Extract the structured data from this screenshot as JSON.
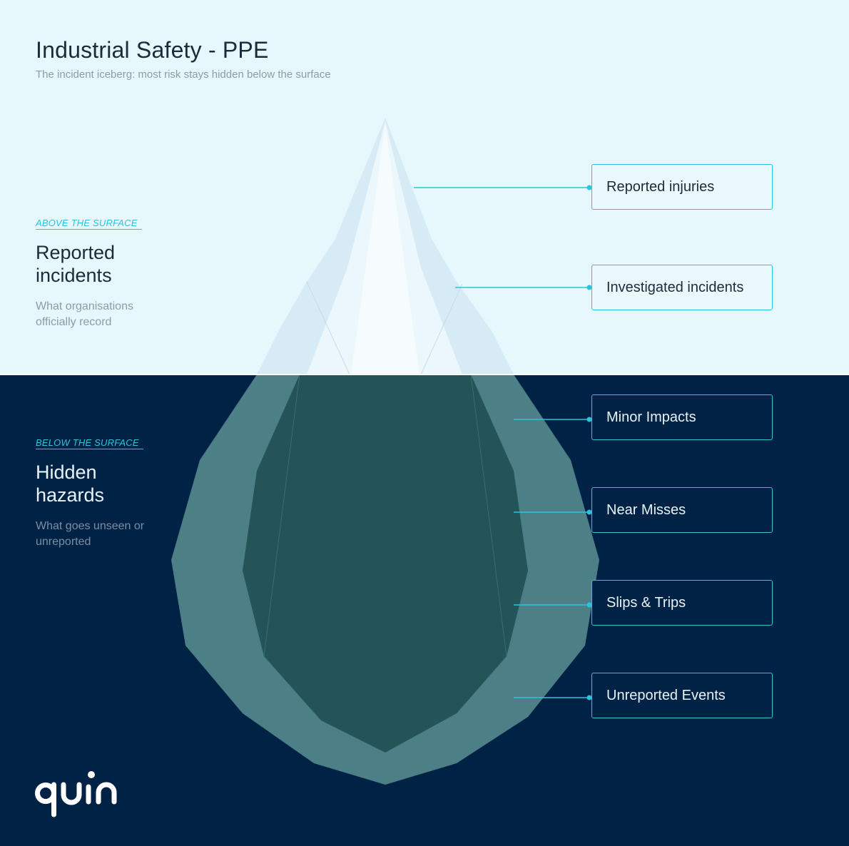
{
  "header": {
    "title": "Industrial Safety - PPE",
    "subtitle": "The incident iceberg: most risk stays hidden below the surface"
  },
  "above": {
    "tag": "ABOVE THE SURFACE",
    "heading": "Reported incidents",
    "description": "What organisations officially record",
    "labels": [
      "Reported injuries",
      "Investigated incidents"
    ]
  },
  "below": {
    "tag": "BELOW THE SURFACE",
    "heading": "Hidden hazards",
    "description": "What goes unseen or unreported",
    "labels": [
      "Minor Impacts",
      "Near Misses",
      "Slips & Trips",
      "Unreported Events"
    ]
  },
  "colors": {
    "accent": "#2fc2dc",
    "sky": "#e6f8fc",
    "water": "#002345",
    "ice_outer": "#d6ebf5",
    "ice_mid": "#ecf7fc",
    "ice_core": "#f6fbfe",
    "sub_outer": "#4d7f86",
    "sub_inner": "#245358"
  },
  "logo": "quin"
}
